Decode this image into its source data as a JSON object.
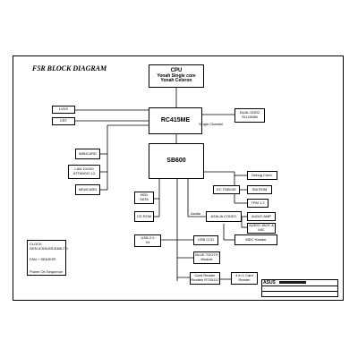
{
  "title": "F5R BLOCK DIAGRAM",
  "blocks": {
    "cpu": {
      "line1": "CPU",
      "line2": "Yonah Single core",
      "line3": "Yonah Celeron"
    },
    "rc415me": "RC415ME",
    "sb600": "SB600",
    "lvds": "LVDS",
    "crt": "CRT",
    "dual_ddr2": {
      "line1": "DUAL DDR2",
      "line2": "SO-DIMM"
    },
    "single_channel": "Single Channel",
    "minicard": "MINICARD",
    "lan": {
      "line1": "LAN 10/100",
      "line2": "ATTANSIC L2"
    },
    "newcard": "NEWCARD",
    "hdd": {
      "line1": "HDD",
      "line2": "SATA"
    },
    "cdrom": "CD ROM",
    "usb20": {
      "line1": "USB 2.0",
      "line2": "X4"
    },
    "usb_ccd": "USB CCD",
    "bluetooth": {
      "line1": "BLUE TOOTH",
      "line2": "Module"
    },
    "card_reader": {
      "line1": "Card Reader",
      "line2": "Realtek RTS5117"
    },
    "card_4in1": {
      "line1": "4 in 1 Card",
      "line2": "Reader"
    },
    "debug_conn": "Debug Conn.",
    "ec": "EC IT8510E",
    "isa_rom": "ISA ROM",
    "tpm": "TPM 1.2",
    "azalia": "AZALIA CODEC",
    "audio_amp": "AUDIO AMP",
    "audio_jack": {
      "line1": "AUDIO JACK &",
      "line2": "MIC"
    },
    "mdc": "MDC Header",
    "clock": {
      "line1": "CLOCK",
      "line2": "GEN.ICS9LRS3165LTG"
    },
    "fan": "FAN + SENSOR",
    "power_on": "Power On Sequence"
  },
  "bus_labels": {
    "azalia": "Azalia"
  },
  "logo": "ASUS"
}
